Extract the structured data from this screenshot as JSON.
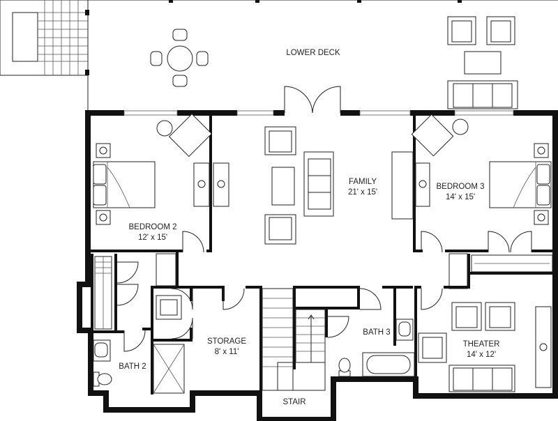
{
  "rooms": {
    "lower_deck": {
      "name": "LOWER DECK"
    },
    "family": {
      "name": "FAMILY",
      "size": "21' x 15'"
    },
    "bedroom2": {
      "name": "BEDROOM 2",
      "size": "12' x 15'"
    },
    "bedroom3": {
      "name": "BEDROOM 3",
      "size": "14' x 15'"
    },
    "storage": {
      "name": "STORAGE",
      "size": "8' x 11'"
    },
    "bath2": {
      "name": "BATH 2"
    },
    "bath3": {
      "name": "BATH 3"
    },
    "theater": {
      "name": "THEATER",
      "size": "14' x 12'"
    },
    "stair": {
      "name": "STAIR"
    }
  }
}
